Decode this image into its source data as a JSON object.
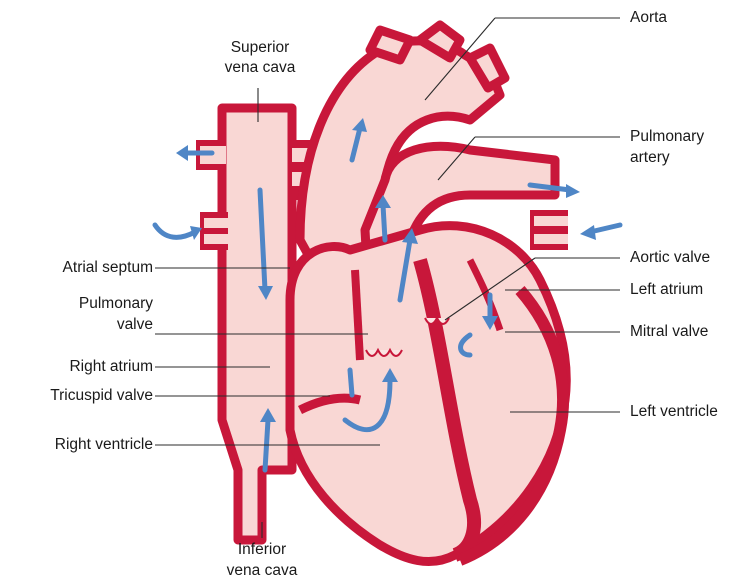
{
  "labels": {
    "aorta": "Aorta",
    "superior_vena_cava_1": "Superior",
    "superior_vena_cava_2": "vena cava",
    "pulmonary_artery_1": "Pulmonary",
    "pulmonary_artery_2": "artery",
    "aortic_valve": "Aortic valve",
    "atrial_septum": "Atrial septum",
    "left_atrium": "Left atrium",
    "pulmonary_valve_1": "Pulmonary",
    "pulmonary_valve_2": "valve",
    "mitral_valve": "Mitral valve",
    "right_atrium": "Right atrium",
    "tricuspid_valve": "Tricuspid valve",
    "left_ventricle": "Left ventricle",
    "right_ventricle": "Right ventricle",
    "inferior_vena_cava_1": "Inferior",
    "inferior_vena_cava_2": "vena cava"
  },
  "colors": {
    "wall": "#c8173a",
    "chamber": "#f9d7d4",
    "blood_flow_arrow": "#4f86c6",
    "leader_line": "#2b2b2b"
  }
}
